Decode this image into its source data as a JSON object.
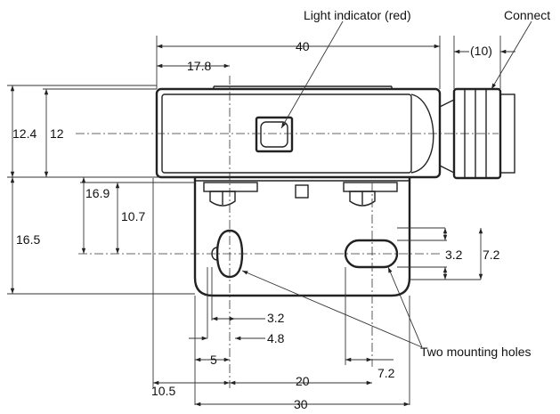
{
  "annotations": {
    "light_indicator": "Light indicator (red)",
    "connector": "Connect",
    "mounting_holes": "Two mounting holes"
  },
  "dimensions": {
    "d40": "40",
    "d10": "(10)",
    "d17_8": "17.8",
    "d12_4": "12.4",
    "d12": "12",
    "d16_9": "16.9",
    "d10_7": "10.7",
    "d16_5": "16.5",
    "d3_2_right": "3.2",
    "d7_2_right": "7.2",
    "d3_2_bottom": "3.2",
    "d4_8": "4.8",
    "d5": "5",
    "d7_2_bottom": "7.2",
    "d20": "20",
    "d10_5": "10.5",
    "d30": "30"
  },
  "colors": {
    "line": "#222222",
    "background": "#ffffff"
  }
}
